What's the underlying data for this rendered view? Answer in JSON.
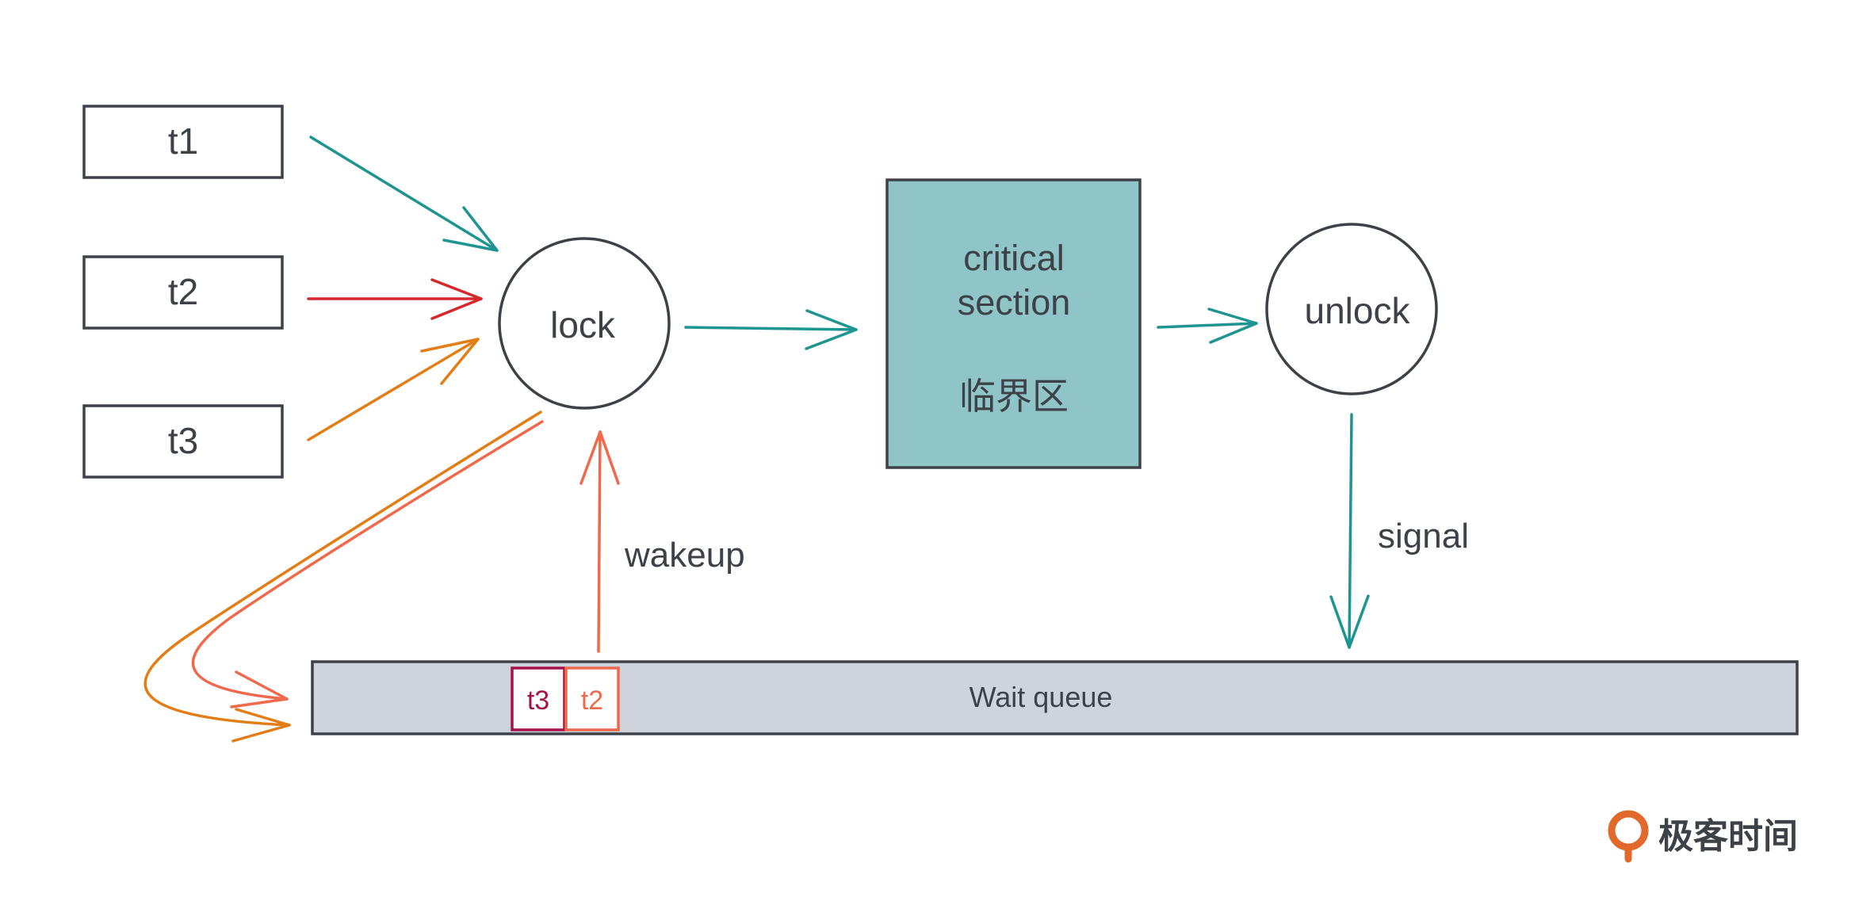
{
  "threads": [
    {
      "label": "t1",
      "color": "#1f9591"
    },
    {
      "label": "t2",
      "color": "#d6282c"
    },
    {
      "label": "t3",
      "color": "#e37d16"
    }
  ],
  "lock": {
    "label": "lock"
  },
  "critical_section": {
    "line1": "critical",
    "line2": "section",
    "line3": "临界区",
    "fill": "#8fc5c7"
  },
  "unlock": {
    "label": "unlock"
  },
  "signal_label": "signal",
  "wakeup_label": "wakeup",
  "wait_queue": {
    "label": "Wait queue",
    "fill": "#cfd4dc",
    "items": [
      {
        "label": "t3",
        "color": "#a3134a"
      },
      {
        "label": "t2",
        "color": "#ef6a4c"
      }
    ]
  },
  "brand": {
    "name": "极客时间",
    "color": "#e0692b"
  },
  "colors": {
    "teal": "#1f9591",
    "red": "#d6282c",
    "orange": "#e37d16",
    "coral": "#ef6a4c",
    "ink": "#3d4148"
  }
}
